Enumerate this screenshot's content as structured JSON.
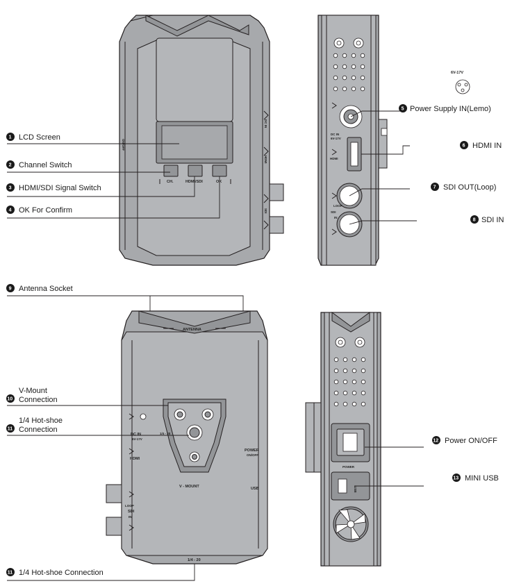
{
  "callouts": [
    {
      "n": "1",
      "text": "LCD Screen"
    },
    {
      "n": "2",
      "text": "Channel Switch"
    },
    {
      "n": "3",
      "text": "HDMI/SDI Signal Switch"
    },
    {
      "n": "4",
      "text": "OK For Confirm"
    },
    {
      "n": "5",
      "text": "Power Supply IN(Lemo)"
    },
    {
      "n": "6",
      "text": "HDMI IN"
    },
    {
      "n": "7",
      "text": "SDI OUT(Loop)"
    },
    {
      "n": "8",
      "text": "SDI IN"
    },
    {
      "n": "9",
      "text": "Antenna Socket"
    },
    {
      "n": "10",
      "text": "V-Mount",
      "text2": "Connection"
    },
    {
      "n": "11",
      "text": "1/4 Hot-shoe",
      "text2": "Connection"
    },
    {
      "n": "12",
      "text": "Power ON/OFF"
    },
    {
      "n": "13",
      "text": "MINI USB"
    },
    {
      "n": "11",
      "text": "1/4 Hot-shoe Connection"
    }
  ],
  "device_labels": {
    "ch": "CH.",
    "hdmi_sdi": "HDMI/SDI",
    "ok": "OK",
    "on_off": "ON/OFF",
    "dc_in": "DC IN",
    "hdmi": "HDMI",
    "sdi": "SDI",
    "voltage": "6V-17V",
    "dc_in_small": "6V-17V",
    "loop": "LOOP",
    "in": "IN",
    "antenna": "ANTENNA",
    "quarter_20": "1/4 - 20",
    "quarter_20_bottom": "1/4 - 20",
    "v_mount": "V - MOUNT",
    "power": "POWER",
    "power_on_off": "ON/OFF",
    "usb": "USB",
    "power_switch": "POWER",
    "usb_port": "USB"
  }
}
